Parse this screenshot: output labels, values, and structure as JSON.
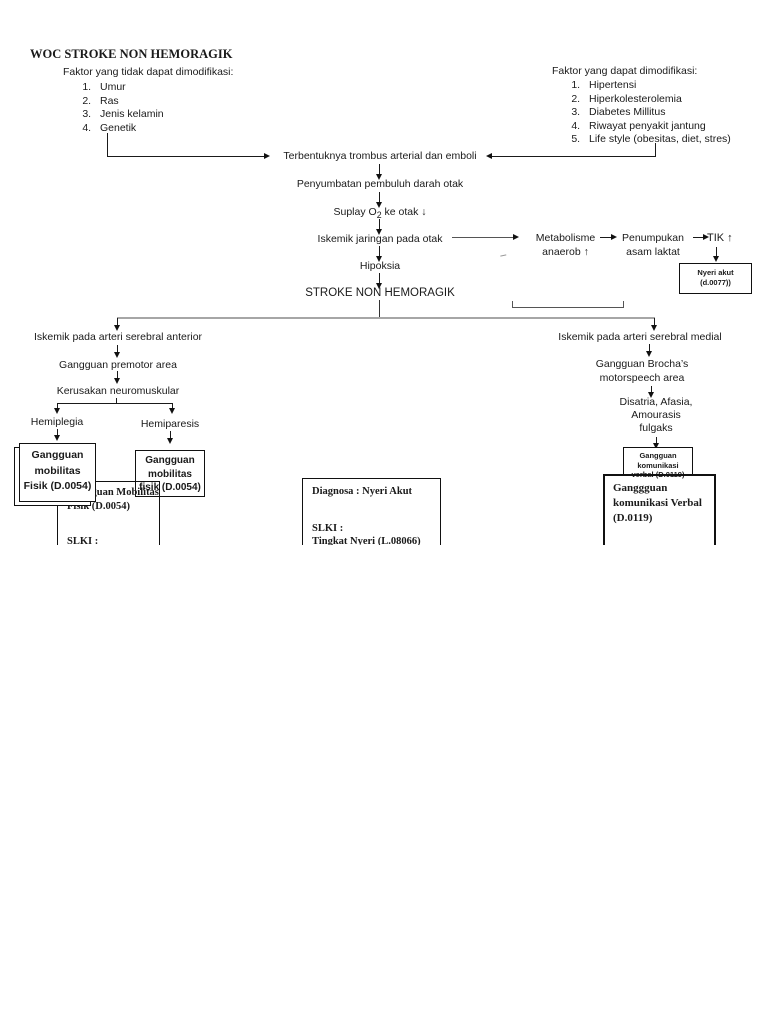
{
  "title": "WOC STROKE NON HEMORAGIK",
  "factors_left": {
    "heading": "Faktor yang tidak dapat dimodifikasi:",
    "items": [
      "Umur",
      "Ras",
      "Jenis kelamin",
      "Genetik"
    ]
  },
  "factors_right": {
    "heading": "Faktor yang dapat dimodifikasi:",
    "items": [
      "Hipertensi",
      "Hiperkolesterolemia",
      "Diabetes Millitus",
      "Riwayat penyakit jantung",
      "Life style (obesitas, diet, stres)"
    ]
  },
  "main_flow": {
    "trombus": "Terbentuknya trombus arterial dan emboli",
    "penyumbatan": "Penyumbatan pembuluh darah otak",
    "suplay_pre": "Suplay O",
    "suplay_sub": "2",
    "suplay_post": " ke otak ↓",
    "iskemik_otak": "Iskemik jaringan pada otak",
    "hipoksia": "Hipoksia",
    "stroke": "STROKE NON HEMORAGIK"
  },
  "right_flow": {
    "metabolisme_1": "Metabolisme",
    "metabolisme_2": "anaerob ↑",
    "penumpukan_1": "Penumpukan",
    "penumpukan_2": "asam laktat",
    "tik": "TIK ↑",
    "nyeri_box_1": "Nyeri akut",
    "nyeri_box_2": "(d.0077))"
  },
  "left_branch": {
    "iskemik_anterior": "Iskemik pada arteri serebral anterior",
    "premotor": "Gangguan premotor area",
    "neuromuskular": "Kerusakan neuromuskular",
    "hemiplegia": "Hemiplegia",
    "hemiparesis": "Hemiparesis",
    "box_a": [
      "Gangguan",
      "mobilitas",
      "Fisik (D.0054)"
    ],
    "box_c": [
      "Gangguan",
      "mobilitas",
      "fisik (D.0054)"
    ],
    "box_b": {
      "line1": "Gangguan Mobilitas",
      "line2": "Fisik (D.0054)",
      "slki": "SLKI :"
    }
  },
  "center_box": {
    "diagnosa": "Diagnosa : Nyeri Akut",
    "slki": "SLKI :",
    "tingkat": "Tingkat Nyeri (L.08066)"
  },
  "right_branch": {
    "iskemik_medial": "Iskemik pada arteri serebral medial",
    "brocha_1": "Gangguan Brocha’s",
    "brocha_2": "motorspeech area",
    "disatria_1": "Disatria, Afasia,",
    "disatria_2": "Amourasis",
    "disatria_3": "fulgaks",
    "box_e": [
      "Gangguan",
      "komunikasi",
      "verbal (D.0119)"
    ],
    "box_f_1": "Ganggguan",
    "box_f_2": "komunikasi Verbal",
    "box_f_3": "(D.0119)"
  }
}
